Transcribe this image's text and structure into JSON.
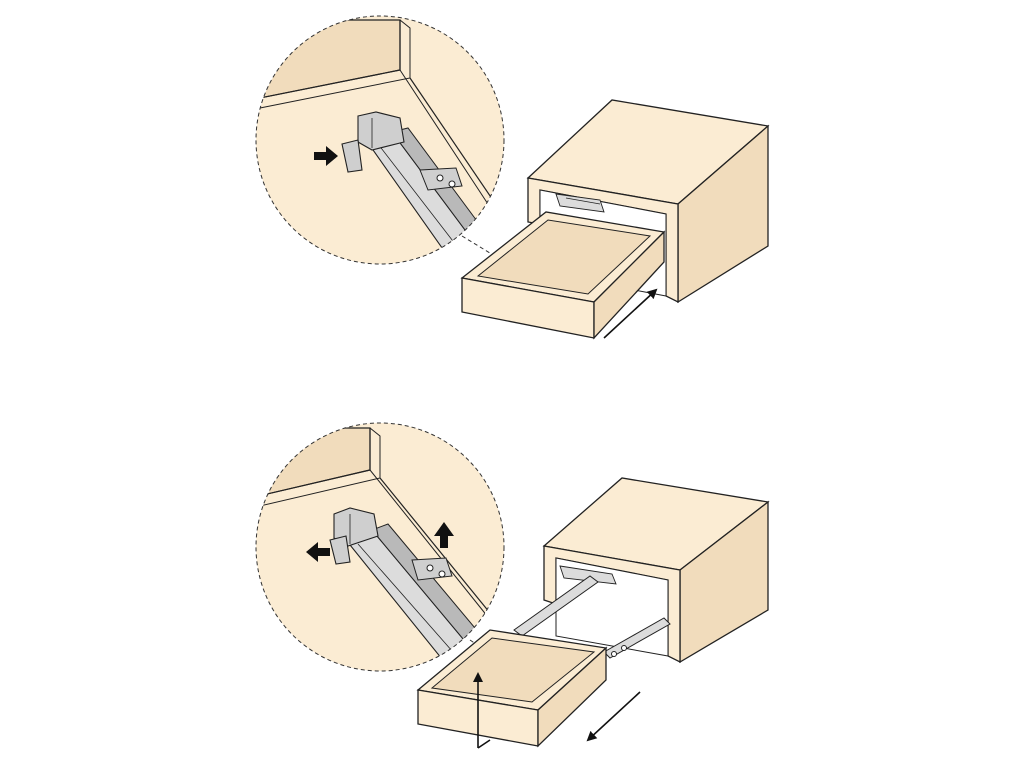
{
  "colors": {
    "wood": "#fbecd3",
    "wood_shade": "#f1dcbc",
    "rail": "#dcdcdc",
    "rail_dark": "#b9b9b9",
    "clip": "#cfcfcf",
    "line": "#222222",
    "arrow": "#111111"
  },
  "steps": [
    {
      "step": 1,
      "action": "install-drawer",
      "drawer_motion": "push-in",
      "detail_arrows": [
        "clip-push-in"
      ]
    },
    {
      "step": 2,
      "action": "remove-drawer",
      "drawer_motion": "pull-out-and-lift",
      "detail_arrows": [
        "clip-release-left",
        "lift-up"
      ]
    }
  ],
  "icons": [
    "push-arrow-icon",
    "pull-arrow-icon",
    "lift-arrow-icon",
    "magnify-detail-circle"
  ]
}
